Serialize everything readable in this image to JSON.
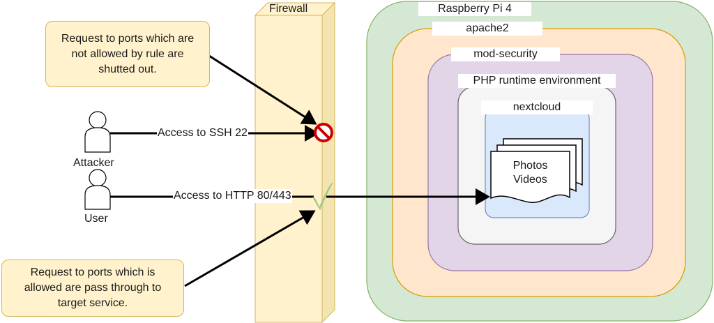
{
  "firewall": {
    "title": "Firewall"
  },
  "notes": {
    "blocked_lines": [
      "Request to ports which are",
      "not allowed by rule are",
      "shutted out."
    ],
    "allowed_lines": [
      "Request to ports which is",
      "allowed are pass through to",
      "target service."
    ]
  },
  "actors": {
    "attacker": "Attacker",
    "user": "User"
  },
  "connections": {
    "ssh": "Access to SSH 22",
    "http": "Access to HTTP 80/443"
  },
  "stack": {
    "layer1": "Raspberry Pi 4",
    "layer2": "apache2",
    "layer3": "mod-security",
    "layer4": "PHP runtime environment",
    "layer5": "nextcloud",
    "documents_lines": [
      "Photos",
      "Videos"
    ]
  },
  "icons": {
    "blocked": "prohibited-icon",
    "allowed": "checkmark-icon",
    "person": "user-icon",
    "documents": "multi-document-icon"
  },
  "colors": {
    "firewall_fill": "#fff2cc",
    "firewall_stroke": "#d6b656",
    "pi_fill": "#d5e8d4",
    "pi_stroke": "#82b366",
    "apache_fill": "#ffe6cc",
    "apache_stroke": "#d79b00",
    "modsec_fill": "#e1d5e7",
    "modsec_stroke": "#9673a6",
    "php_fill": "#f5f5f5",
    "php_stroke": "#666666",
    "nextcloud_fill": "#dae8fc",
    "nextcloud_stroke": "#6c8ebf",
    "blocked": "#cc0000",
    "allowed": "#b9e0a5"
  }
}
